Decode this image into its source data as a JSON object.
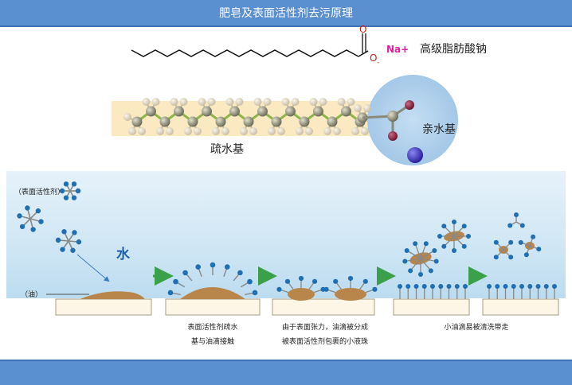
{
  "title": "肥皂及表面活性剂去污原理",
  "molecule": {
    "counter_ion": "Na+",
    "oxygen_charge": "-",
    "oxygen_symbol": "O",
    "name": "高级脂肪酸钠",
    "hydrophobic_label": "疏水基",
    "hydrophilic_label": "亲水基"
  },
  "process": {
    "surfactant_legend": "（表面活性剂）",
    "water_label": "水",
    "oil_label": "（油）",
    "step2_caption": [
      "表面活性剂疏水",
      "基与油滴接触"
    ],
    "step3_caption": [
      "由于表面张力，油滴被分成",
      "被表面活性剂包裹的小液珠"
    ],
    "step4_caption": "小油滴易被清洗带走"
  },
  "colors": {
    "title_bar": "#5a8fd0",
    "oil": "#b8864a",
    "head": "#1f6fb2",
    "arrow": "#3aa04a",
    "water_label": "#1a5fa8",
    "sodium": "#e020a0"
  }
}
